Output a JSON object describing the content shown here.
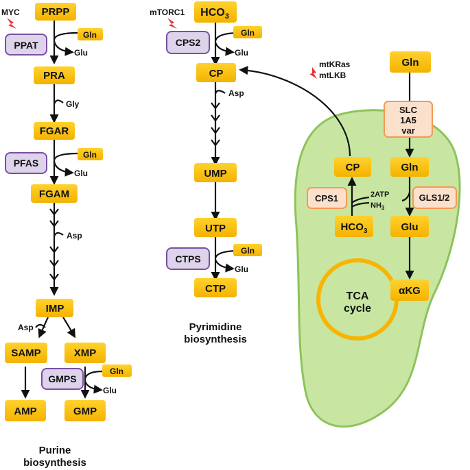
{
  "purine": {
    "title_line1": "Purine",
    "title_line2": "biosynthesis",
    "myc": "MYC",
    "prpp": "PRPP",
    "ppat": "PPAT",
    "gln_1": "Gln",
    "glu_1": "Glu",
    "pra": "PRA",
    "gly": "Gly",
    "fgar": "FGAR",
    "pfas": "PFAS",
    "gln_2": "Gln",
    "glu_2": "Glu",
    "fgam": "FGAM",
    "asp_1": "Asp",
    "imp": "IMP",
    "asp_2": "Asp",
    "samp": "SAMP",
    "xmp": "XMP",
    "gmps": "GMPS",
    "gln_3": "Gln",
    "glu_3": "Glu",
    "amp": "AMP",
    "gmp": "GMP"
  },
  "pyrimidine": {
    "title_line1": "Pyrimidine",
    "title_line2": "biosynthesis",
    "mtorc1": "mTORC1",
    "hco3": "HCO",
    "hco3_sub": "3",
    "cps2": "CPS2",
    "gln_1": "Gln",
    "glu_1": "Glu",
    "cp": "CP",
    "asp": "Asp",
    "ump": "UMP",
    "utp": "UTP",
    "ctps": "CTPS",
    "gln_2": "Gln",
    "glu_2": "Glu",
    "ctp": "CTP"
  },
  "mito": {
    "mutation_1": "mtKRas",
    "mutation_2": "mtLKB",
    "gln_top": "Gln",
    "slc_line1": "SLC",
    "slc_line2": "1A5",
    "slc_line3": "var",
    "cp": "CP",
    "gln": "Gln",
    "cps1": "CPS1",
    "atp": "2ATP",
    "nh3": "NH",
    "nh3_sub": "3",
    "gls": "GLS1/2",
    "hco3": "HCO",
    "hco3_sub": "3",
    "glu": "Glu",
    "akg": "αKG",
    "tca_line1": "TCA",
    "tca_line2": "cycle"
  },
  "colors": {
    "metabolite": "#f8c200",
    "enzyme_fill": "#ddd3ea",
    "enzyme_stroke": "#7b4fa2",
    "transporter_fill": "#fbe0cc",
    "transporter_stroke": "#f29a55",
    "mito_fill": "#c8e6a2",
    "mito_stroke": "#8dc35a",
    "tca_ring": "#f8b400",
    "signal": "#e8323b"
  }
}
